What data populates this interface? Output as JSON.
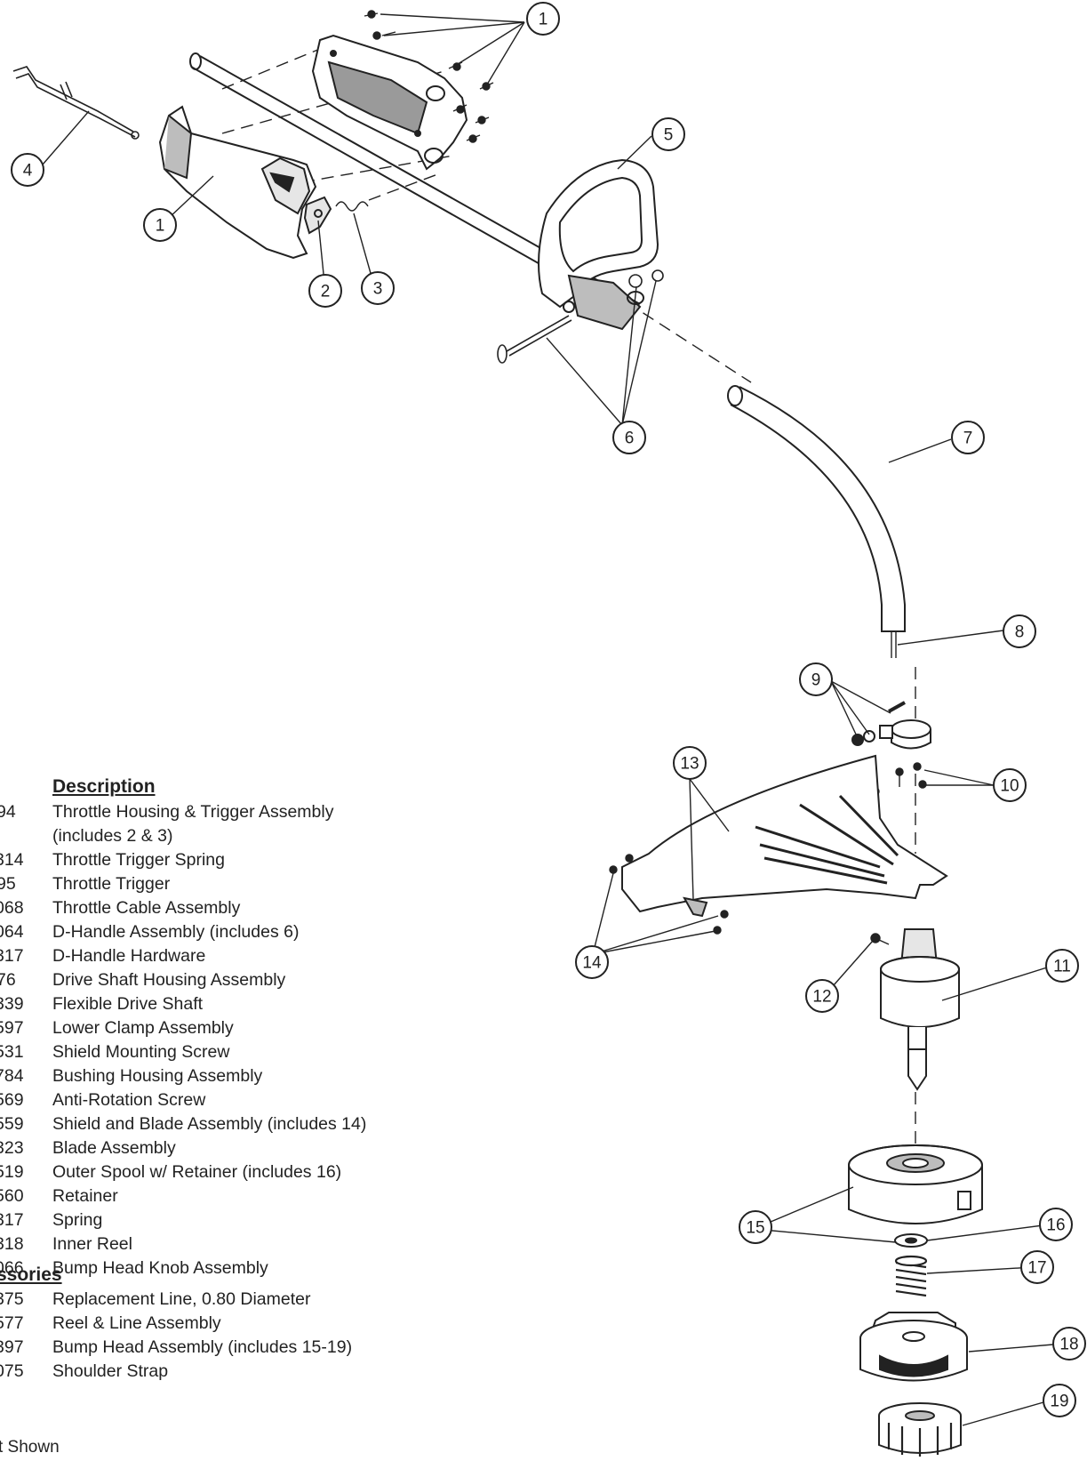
{
  "callouts": [
    "1",
    "1",
    "2",
    "3",
    "4",
    "5",
    "6",
    "7",
    "8",
    "9",
    "10",
    "11",
    "12",
    "13",
    "14",
    "15",
    "16",
    "17",
    "18",
    "19"
  ],
  "parts_list": {
    "heading": "Description",
    "items": [
      {
        "part_no": "94",
        "description": "Throttle Housing & Trigger Assembly",
        "continuation": "(includes 2 & 3)"
      },
      {
        "part_no": "314",
        "description": "Throttle Trigger Spring"
      },
      {
        "part_no": "95",
        "description": "Throttle Trigger"
      },
      {
        "part_no": "068",
        "description": "Throttle Cable Assembly"
      },
      {
        "part_no": "064",
        "description": "D-Handle Assembly (includes 6)"
      },
      {
        "part_no": "317",
        "description": "D-Handle Hardware"
      },
      {
        "part_no": "76",
        "description": "Drive Shaft Housing Assembly"
      },
      {
        "part_no": "339",
        "description": "Flexible Drive Shaft"
      },
      {
        "part_no": "597",
        "description": "Lower Clamp Assembly"
      },
      {
        "part_no": "531",
        "description": "Shield Mounting Screw"
      },
      {
        "part_no": "784",
        "description": "Bushing Housing Assembly"
      },
      {
        "part_no": "569",
        "description": "Anti-Rotation Screw"
      },
      {
        "part_no": "559",
        "description": "Shield and Blade Assembly (includes 14)"
      },
      {
        "part_no": "323",
        "description": "Blade Assembly"
      },
      {
        "part_no": "519",
        "description": "Outer Spool w/ Retainer (includes 16)"
      },
      {
        "part_no": "560",
        "description": "Retainer"
      },
      {
        "part_no": "317",
        "description": "Spring"
      },
      {
        "part_no": "318",
        "description": "Inner Reel"
      },
      {
        "part_no": "066",
        "description": "Bump Head Knob Assembly"
      }
    ]
  },
  "accessories": {
    "heading": "ssories",
    "items": [
      {
        "part_no": "375",
        "description": "Replacement Line, 0.80 Diameter"
      },
      {
        "part_no": "577",
        "description": "Reel & Line Assembly"
      },
      {
        "part_no": "397",
        "description": "Bump Head Assembly (includes 15-19)"
      },
      {
        "part_no": "075",
        "description": "Shoulder Strap"
      }
    ]
  },
  "footnote": "t Shown",
  "colors": {
    "ink": "#222222",
    "paper": "#ffffff",
    "tint": "#bdbdbd"
  }
}
